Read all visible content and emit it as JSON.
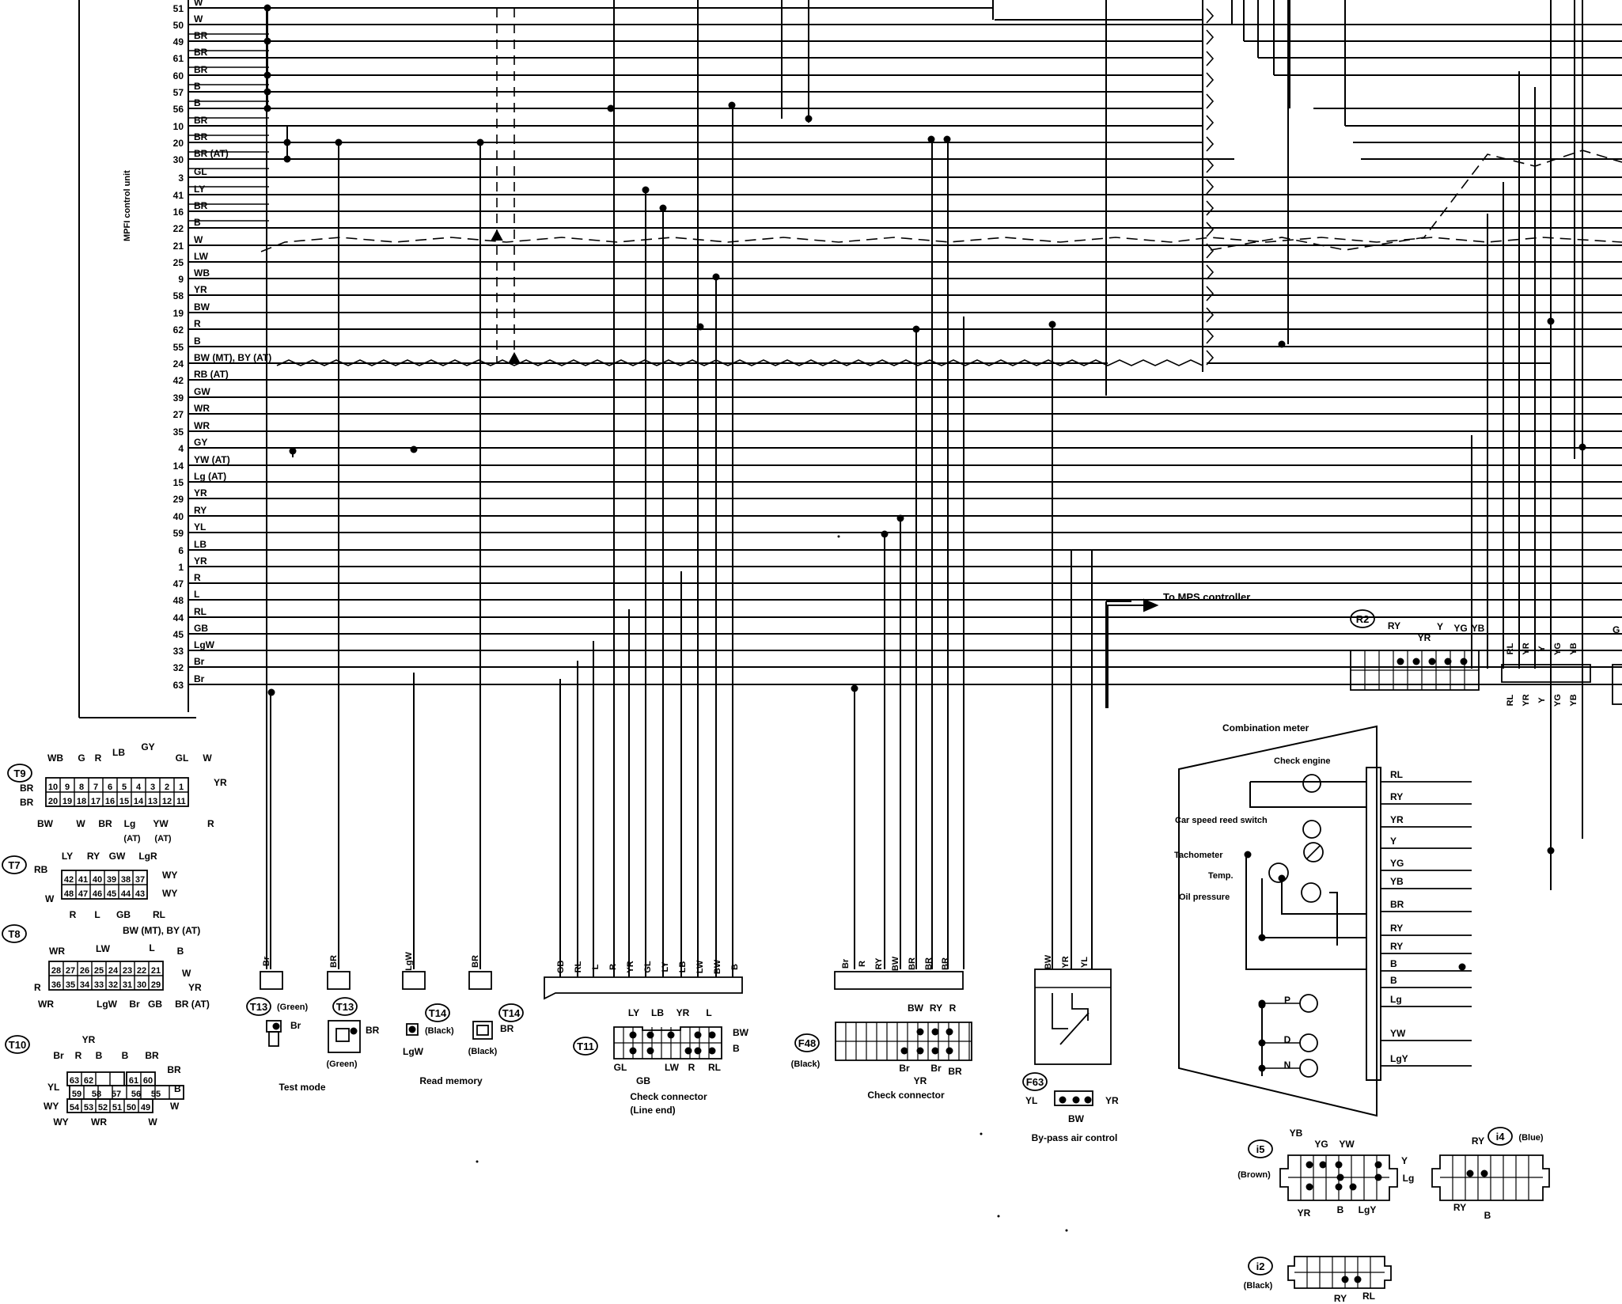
{
  "ecu": {
    "title": "MPFI control unit",
    "pins": [
      {
        "pin": "51",
        "wire": "W"
      },
      {
        "pin": "50",
        "wire": "W"
      },
      {
        "pin": "49",
        "wire": "BR"
      },
      {
        "pin": "61",
        "wire": "BR"
      },
      {
        "pin": "60",
        "wire": "BR"
      },
      {
        "pin": "57",
        "wire": "B"
      },
      {
        "pin": "56",
        "wire": "B"
      },
      {
        "pin": "10",
        "wire": "BR"
      },
      {
        "pin": "20",
        "wire": "BR"
      },
      {
        "pin": "30",
        "wire": "BR (AT)"
      },
      {
        "pin": "3",
        "wire": "GL"
      },
      {
        "pin": "41",
        "wire": "LY"
      },
      {
        "pin": "16",
        "wire": "BR"
      },
      {
        "pin": "22",
        "wire": "B"
      },
      {
        "pin": "21",
        "wire": "W"
      },
      {
        "pin": "25",
        "wire": "LW"
      },
      {
        "pin": "9",
        "wire": "WB"
      },
      {
        "pin": "58",
        "wire": "YR"
      },
      {
        "pin": "19",
        "wire": "BW"
      },
      {
        "pin": "62",
        "wire": "R"
      },
      {
        "pin": "55",
        "wire": "B"
      },
      {
        "pin": "24",
        "wire": "BW (MT), BY (AT)"
      },
      {
        "pin": "42",
        "wire": "RB (AT)"
      },
      {
        "pin": "39",
        "wire": "GW"
      },
      {
        "pin": "27",
        "wire": "WR"
      },
      {
        "pin": "35",
        "wire": "WR"
      },
      {
        "pin": "4",
        "wire": "GY"
      },
      {
        "pin": "14",
        "wire": "YW (AT)"
      },
      {
        "pin": "15",
        "wire": "Lg (AT)"
      },
      {
        "pin": "29",
        "wire": "YR"
      },
      {
        "pin": "40",
        "wire": "RY"
      },
      {
        "pin": "59",
        "wire": "YL"
      },
      {
        "pin": "6",
        "wire": "LB"
      },
      {
        "pin": "1",
        "wire": "YR"
      },
      {
        "pin": "47",
        "wire": "R"
      },
      {
        "pin": "48",
        "wire": "L"
      },
      {
        "pin": "44",
        "wire": "RL"
      },
      {
        "pin": "45",
        "wire": "GB"
      },
      {
        "pin": "33",
        "wire": "LgW"
      },
      {
        "pin": "32",
        "wire": "Br"
      },
      {
        "pin": "63",
        "wire": "Br"
      }
    ]
  },
  "mps_arrow_label": "To MPS controller",
  "connectors_left": {
    "t9": {
      "id": "T9",
      "top_labels": [
        "WB",
        "G",
        "R",
        "LB",
        "GY",
        "GL",
        "W"
      ],
      "row1": [
        "10",
        "9",
        "8",
        "7",
        "6",
        "5",
        "4",
        "3",
        "2",
        "1"
      ],
      "row2": [
        "20",
        "19",
        "18",
        "17",
        "16",
        "15",
        "14",
        "13",
        "12",
        "11"
      ],
      "left_labels": [
        "BR",
        "BR"
      ],
      "right_labels": [
        "YR",
        "R"
      ],
      "bottom_labels": [
        "BW",
        "W",
        "BR",
        "Lg",
        "YW"
      ],
      "bottom_notes": [
        "(AT)",
        "(AT)"
      ]
    },
    "t7": {
      "id": "T7",
      "top_labels": [
        "LY",
        "RY",
        "GW",
        "LgR"
      ],
      "row1": [
        "42",
        "41",
        "40",
        "39",
        "38",
        "37"
      ],
      "row2": [
        "48",
        "47",
        "46",
        "45",
        "44",
        "43"
      ],
      "left_labels": [
        "RB",
        "W"
      ],
      "right_labels": [
        "WY",
        "WY"
      ],
      "bottom_labels": [
        "R",
        "L",
        "GB",
        "RL"
      ]
    },
    "t8": {
      "id": "T8",
      "top_labels": [
        "BW (MT), BY (AT)",
        "LW",
        "L",
        "B",
        "WR"
      ],
      "row1": [
        "28",
        "27",
        "26",
        "25",
        "24",
        "23",
        "22",
        "21"
      ],
      "row2": [
        "36",
        "35",
        "34",
        "33",
        "32",
        "31",
        "30",
        "29"
      ],
      "left_labels": [
        "R",
        "WR"
      ],
      "right_labels": [
        "W",
        "YR"
      ],
      "bottom_labels": [
        "LgW",
        "Br",
        "GB",
        "BR (AT)"
      ]
    },
    "t10": {
      "id": "T10",
      "top_labels": [
        "YR",
        "Br",
        "R",
        "B",
        "B",
        "BR",
        "BR"
      ],
      "row1": [
        "63",
        "62",
        "61",
        "60"
      ],
      "row2": [
        "59",
        "58",
        "57",
        "56",
        "55"
      ],
      "row3": [
        "54",
        "53",
        "52",
        "51",
        "50",
        "49"
      ],
      "left_labels": [
        "YL",
        "WY"
      ],
      "right_labels": [
        "B",
        "W"
      ],
      "bottom_labels": [
        "WY",
        "WR",
        "W"
      ]
    }
  },
  "lower_connectors": {
    "br1": {
      "wire": "Br"
    },
    "br2": {
      "wire": "BR"
    },
    "lgw": {
      "wire": "LgW"
    },
    "br3": {
      "wire": "BR"
    },
    "t13_green_a": {
      "id": "T13",
      "note": "(Green)",
      "wire": "Br"
    },
    "t13_green_b": {
      "id": "T13",
      "note": "(Green)",
      "wire": "BR"
    },
    "test_mode": "Test mode",
    "t14_black_a": {
      "id": "T14",
      "note": "(Black)",
      "wire": "LgW"
    },
    "t14_black_b": {
      "id": "T14",
      "note": "(Black)",
      "wire": "BR"
    },
    "read_memory": "Read memory",
    "t11": {
      "id": "T11",
      "column_wires": [
        "GB",
        "RL",
        "L",
        "R",
        "YR",
        "GL",
        "LY",
        "LB",
        "LW",
        "BW",
        "B"
      ],
      "top_labels": [
        "LY",
        "LB",
        "YR",
        "L"
      ],
      "right_labels": [
        "BW",
        "B"
      ],
      "bottom_labels": [
        "GL",
        "GB",
        "LW",
        "R",
        "RL"
      ],
      "caption_line1": "Check connector",
      "caption_line2": "(Line end)"
    },
    "f48": {
      "id": "F48",
      "note": "(Black)",
      "column_wires": [
        "Br",
        "R",
        "RY",
        "BW",
        "BR",
        "BR",
        "BR"
      ],
      "top_labels": [
        "BW",
        "RY",
        "R"
      ],
      "bottom_labels": [
        "Br",
        "YR",
        "Br",
        "BR"
      ],
      "caption": "Check connector"
    },
    "f63": {
      "id": "F63",
      "column_wires": [
        "BW",
        "YR",
        "YL"
      ],
      "left_label": "YL",
      "right_label": "YR",
      "bottom_label": "BW",
      "caption": "By-pass air control"
    }
  },
  "combination_meter": {
    "title": "Combination meter",
    "items": [
      "Check engine",
      "Car speed reed switch",
      "Tachometer",
      "Temp.",
      "Oil pressure"
    ],
    "indicators": [
      "P",
      "D",
      "N"
    ],
    "terminals": [
      "RL",
      "RY",
      "YR",
      "Y",
      "YG",
      "YB",
      "BR",
      "RY",
      "RY",
      "B",
      "B",
      "Lg",
      "YW",
      "LgY"
    ]
  },
  "right_connectors": {
    "r2": {
      "id": "R2",
      "top_labels": [
        "RY",
        "YR",
        "Y",
        "YG",
        "YB"
      ]
    },
    "bus_labels_top": [
      "RL",
      "YR",
      "Y",
      "YG",
      "YB"
    ],
    "bus_labels_bottom": [
      "RL",
      "YR",
      "Y",
      "YG",
      "YB"
    ],
    "gc_label": "G",
    "i5": {
      "id": "i5",
      "note": "(Brown)",
      "top_labels": [
        "YB",
        "YG",
        "YW",
        "Y"
      ],
      "right_labels": [
        "Lg"
      ],
      "bottom_labels": [
        "YR",
        "B",
        "LgY"
      ]
    },
    "i4": {
      "id": "i4",
      "note": "(Blue)",
      "top_labels": [
        "RY"
      ],
      "bottom_labels": [
        "RY",
        "B"
      ]
    },
    "i2": {
      "id": "i2",
      "note": "(Black)",
      "bottom_labels": [
        "RY",
        "RL"
      ]
    }
  }
}
